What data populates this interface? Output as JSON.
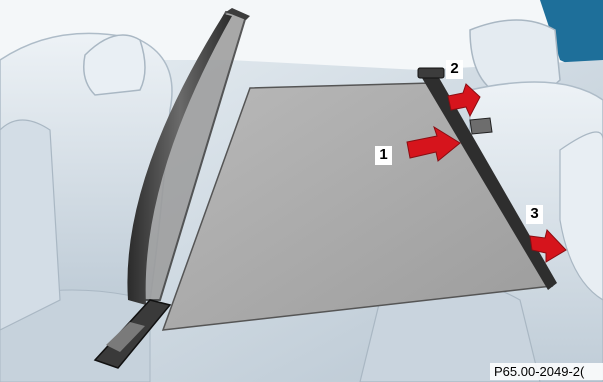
{
  "figure": {
    "callouts": [
      {
        "number": "1"
      },
      {
        "number": "2"
      },
      {
        "number": "3"
      }
    ],
    "reference_code": "P65.00-2049-2("
  },
  "colors": {
    "interior": "#cfdae3",
    "screen_mesh": "#a9a9a9",
    "frame": "#3c3c3c",
    "arrow": "#d6141c",
    "sky": "#f4f7f9",
    "body_accent": "#1e6f9a"
  }
}
